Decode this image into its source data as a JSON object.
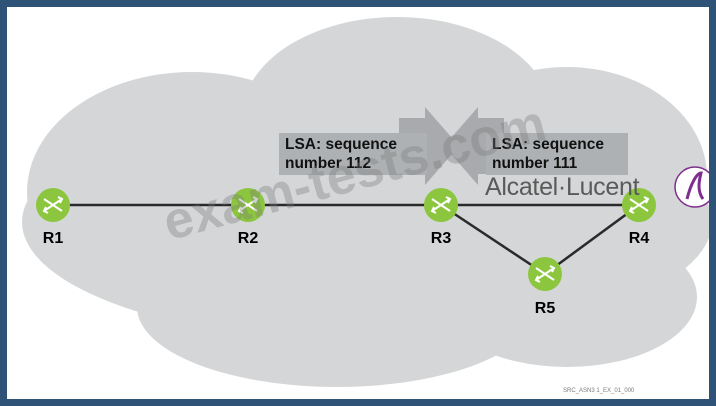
{
  "lsa_left": "LSA: sequence\nnumber 112",
  "lsa_right": "LSA: sequence\nnumber 111",
  "routers": {
    "r1": "R1",
    "r2": "R2",
    "r3": "R3",
    "r4": "R4",
    "r5": "R5"
  },
  "brand": "Alcatel·Lucent",
  "watermark": "exam-tests.com",
  "figure_id": "SRC_ASN3 1_EX_01_000",
  "colors": {
    "frame": "#2f5377",
    "cloud": "#d4d6d7",
    "router": "#8cc63f",
    "link": "#2a2a2a",
    "callout": "#aeb1b3",
    "logo": "#7e2f8e"
  }
}
